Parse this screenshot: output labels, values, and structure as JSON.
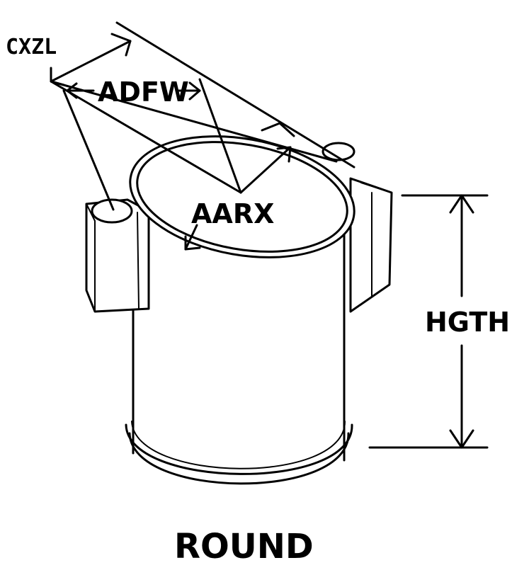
{
  "labels": {
    "cxzl": "CXZL",
    "adfw": "ADFW",
    "aarx": "AARX",
    "hgth": "HGTH",
    "caption": "ROUND"
  }
}
